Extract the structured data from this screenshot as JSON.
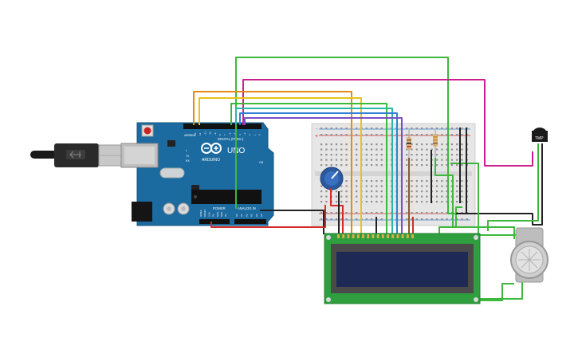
{
  "arduino": {
    "brand": "ARDUINO",
    "model": "UNO",
    "digital_label": "DIGITAL (PWM~)",
    "power_label": "POWER",
    "analog_label": "ANALOG IN",
    "tx_label": "TX",
    "rx_label": "RX",
    "l_label": "L",
    "on_label": "ON",
    "aref_label": "AREF",
    "gnd_label": "GND",
    "top_pins": [
      "13",
      "12",
      "~11",
      "~10",
      "~9",
      "8",
      "7",
      "~6",
      "~5",
      "4",
      "~3",
      "2",
      "1",
      "0"
    ],
    "power_pins": [
      "IOREF",
      "RESET",
      "3.3V",
      "5V",
      "GND",
      "GND",
      "Vin"
    ],
    "analog_pins": [
      "A0",
      "A1",
      "A2",
      "A3",
      "A4",
      "A5"
    ]
  },
  "breadboard": {
    "rail_plus": "+",
    "rail_minus": "-"
  },
  "sensor": {
    "label": "TMP"
  },
  "lcd": {
    "pin_count": 16
  },
  "colors": {
    "green": "#3db83d",
    "magenta": "#c9208e",
    "orange": "#e58a12",
    "yellow": "#e8c21a",
    "teal": "#2bb5a8",
    "blue": "#2f7fd6",
    "purple": "#7c4fc4",
    "black": "#222222",
    "red": "#d42b2b",
    "brown": "#8a5a32",
    "arduino_blue": "#1b6aa0",
    "lcd_green": "#2e9e3e",
    "lcd_screen": "#1e2a55"
  }
}
